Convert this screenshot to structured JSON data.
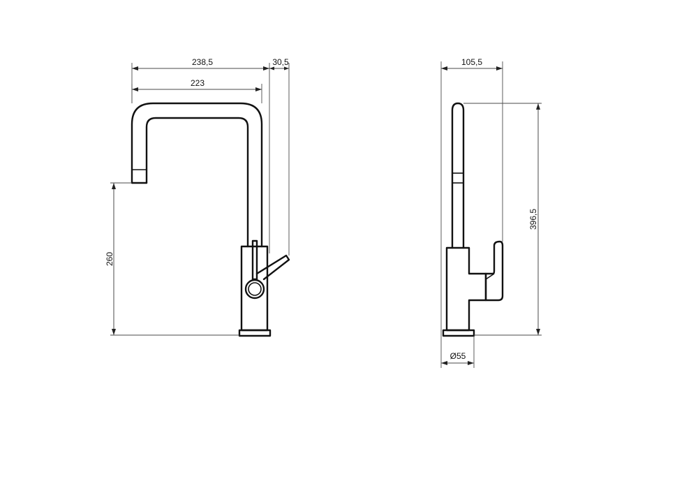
{
  "front_view": {
    "dimensions": {
      "overall_reach": "238,5",
      "spout_reach": "223",
      "handle_projection": "30,5",
      "spout_outlet_height": "260"
    }
  },
  "side_view": {
    "dimensions": {
      "depth": "105,5",
      "total_height": "396,5",
      "base_diameter": "Ø55"
    }
  }
}
